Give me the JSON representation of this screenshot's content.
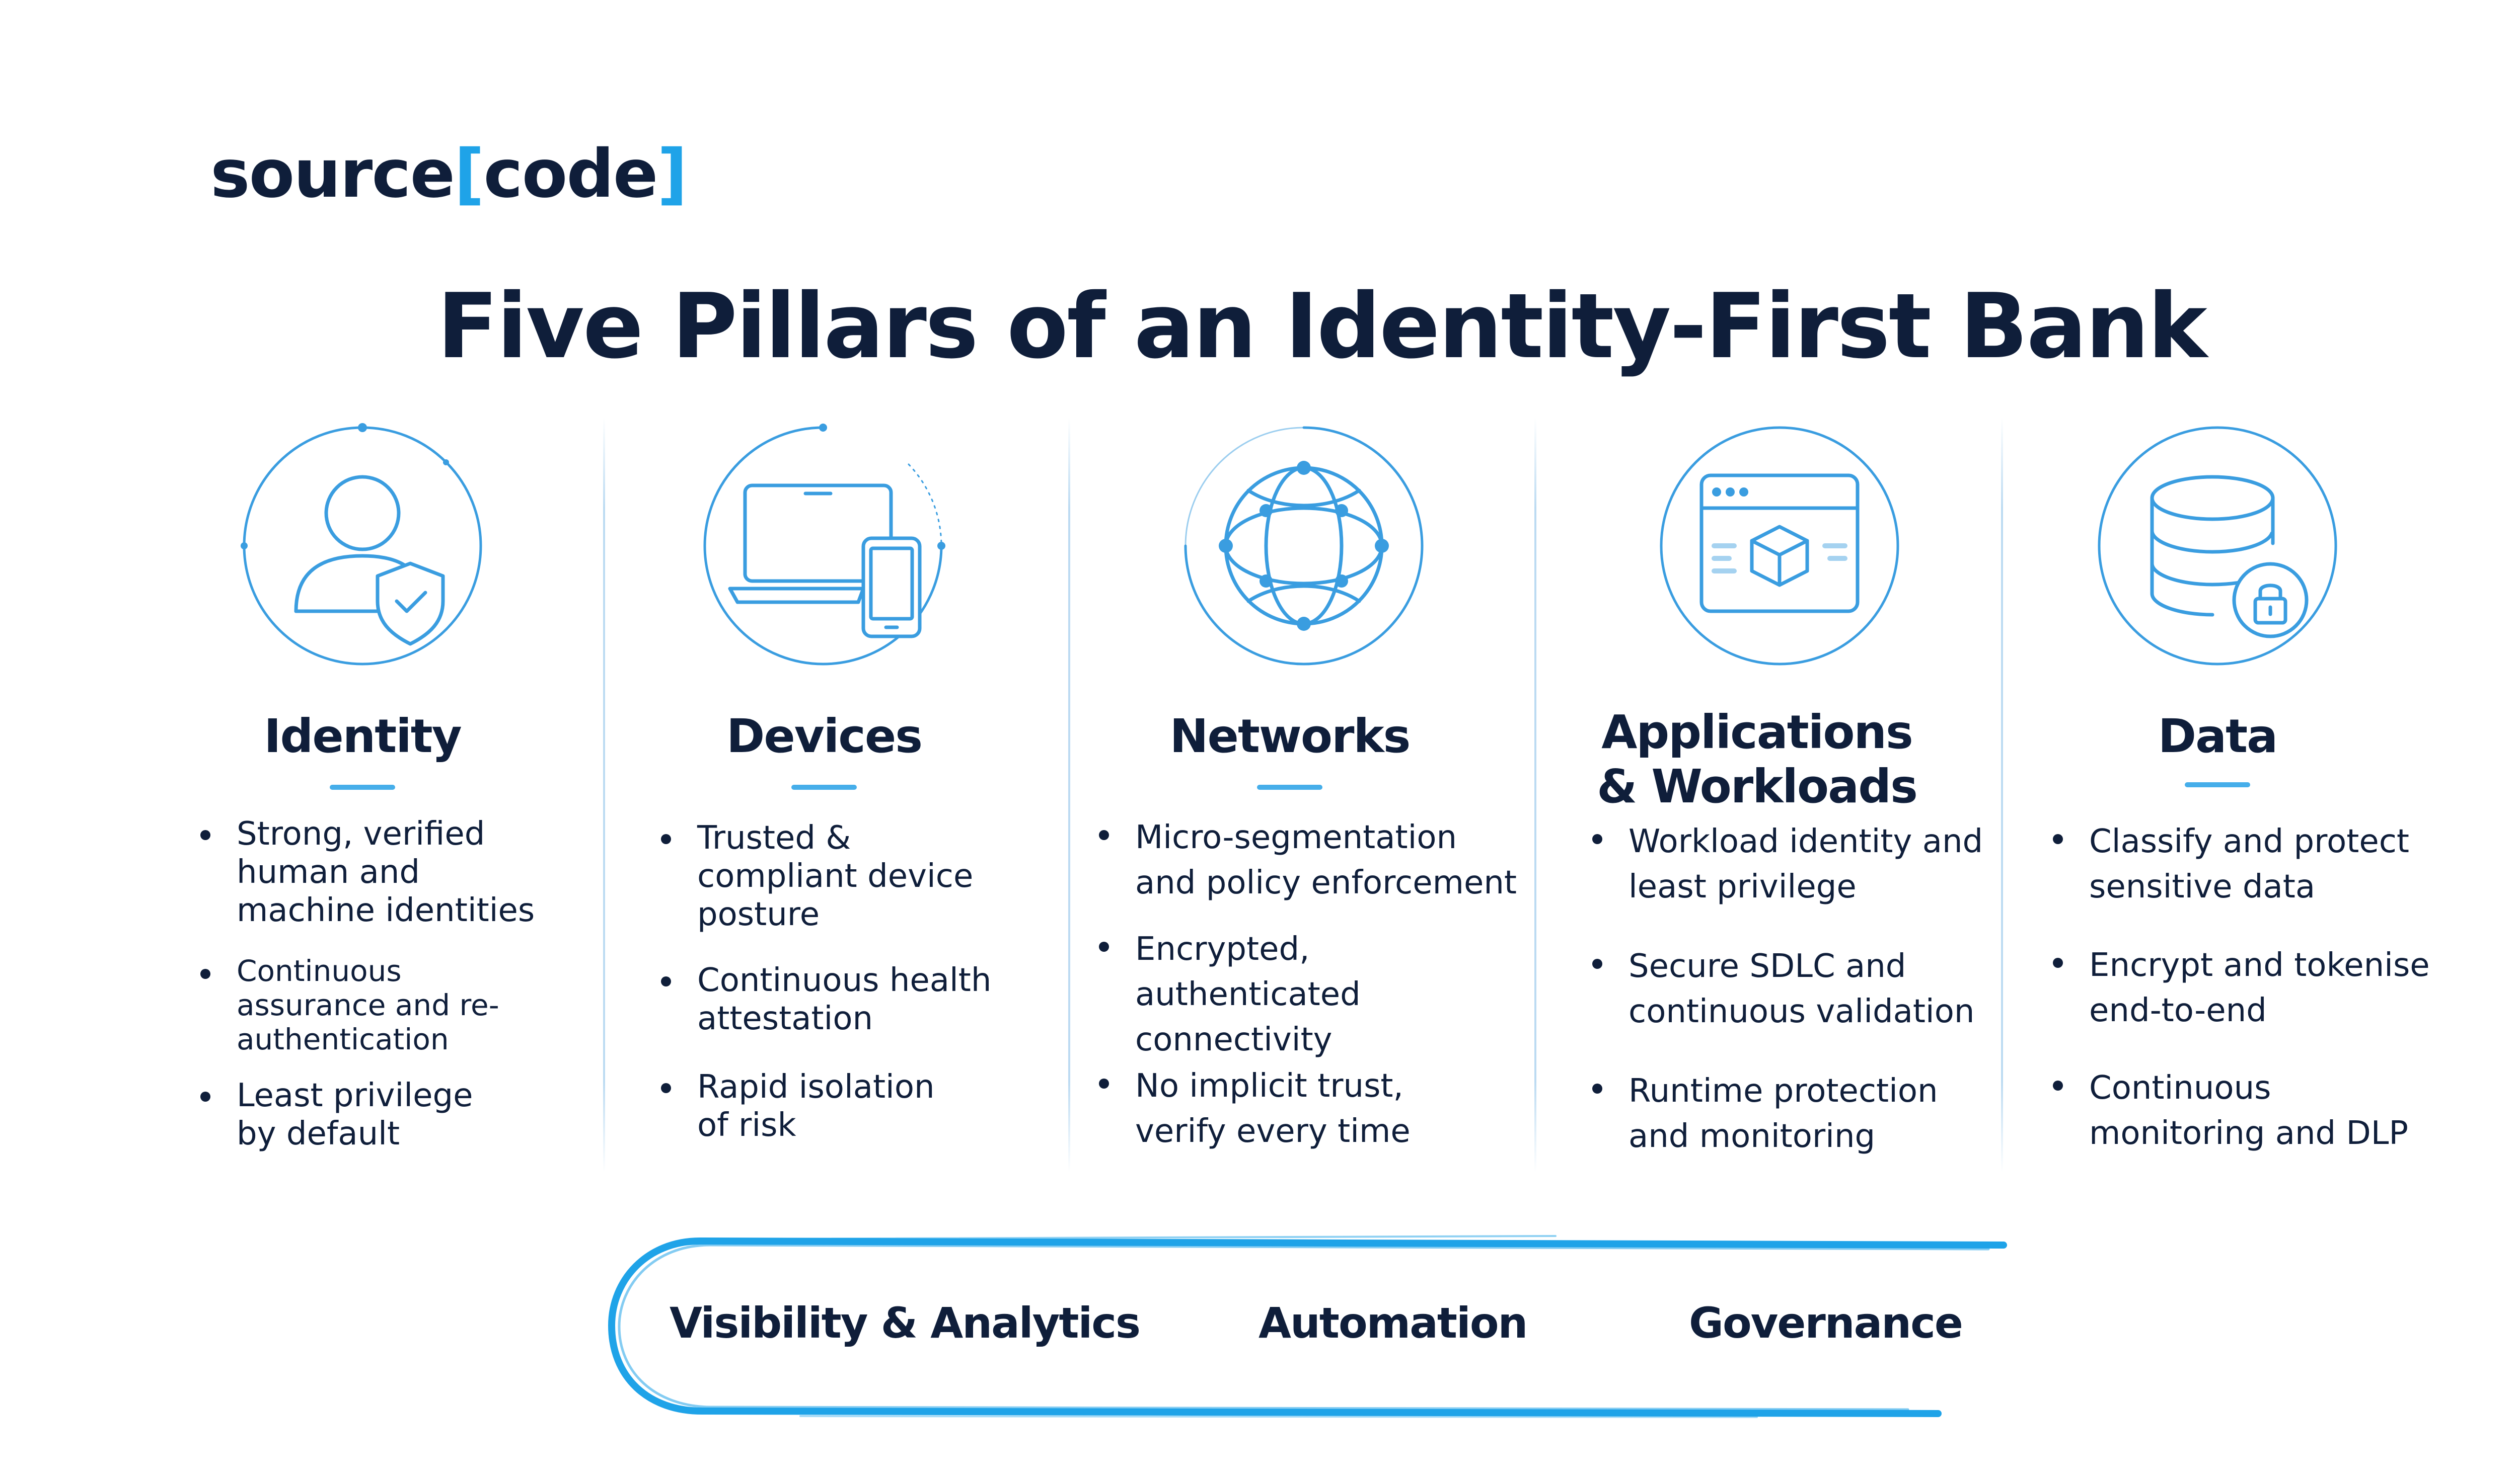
{
  "logo": {
    "part1": "source",
    "bracket_open": "[",
    "part2": "code",
    "bracket_close": "]"
  },
  "title": "Five Pillars of an Identity-First Bank",
  "colors": {
    "navy": "#0f1e3a",
    "accent": "#1fa3e8",
    "icon_blue": "#3a9de0",
    "divider": "#bcdbf2"
  },
  "pillars": [
    {
      "icon": "user-shield-icon",
      "title_lines": [
        "Identity"
      ],
      "bullets": [
        [
          "Strong, verified",
          "human and",
          "machine identities"
        ],
        [
          "Continuous",
          "assurance and re-",
          "authentication"
        ],
        [
          "Least privilege",
          "by default"
        ]
      ]
    },
    {
      "icon": "laptop-phone-icon",
      "title_lines": [
        "Devices"
      ],
      "bullets": [
        [
          "Trusted &",
          "compliant device",
          "posture"
        ],
        [
          "Continuous health",
          "attestation"
        ],
        [
          "Rapid isolation",
          "of risk"
        ]
      ]
    },
    {
      "icon": "globe-network-icon",
      "title_lines": [
        "Networks"
      ],
      "bullets": [
        [
          "Micro-segmentation",
          "and policy enforcement"
        ],
        [
          "Encrypted,",
          "authenticated",
          "connectivity"
        ],
        [
          "No implicit trust,",
          "verify every time"
        ]
      ]
    },
    {
      "icon": "app-window-cube-icon",
      "title_lines": [
        "Applications",
        "& Workloads"
      ],
      "bullets": [
        [
          "Workload identity and",
          "least privilege"
        ],
        [
          "Secure SDLC and",
          "continuous validation"
        ],
        [
          "Runtime protection",
          "and monitoring"
        ]
      ]
    },
    {
      "icon": "database-lock-icon",
      "title_lines": [
        "Data"
      ],
      "bullets": [
        [
          "Classify and protect",
          "sensitive data"
        ],
        [
          "Encrypt and tokenise",
          "end-to-end"
        ],
        [
          "Continuous",
          "monitoring and DLP"
        ]
      ]
    }
  ],
  "foundation": [
    "Visibility & Analytics",
    "Automation",
    "Governance"
  ]
}
